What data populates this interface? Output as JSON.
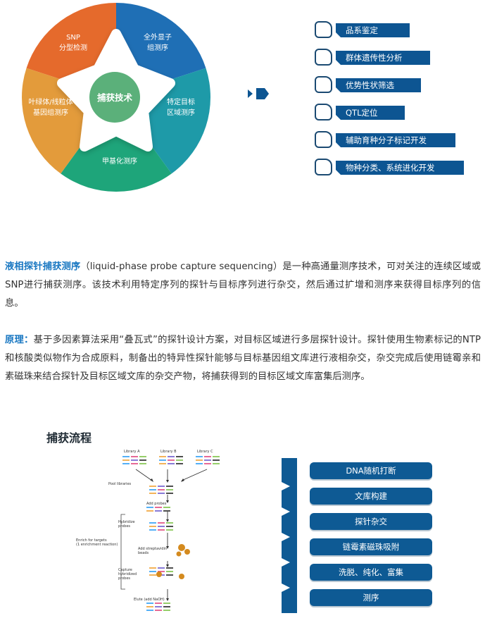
{
  "wheel": {
    "center": "捕获技术",
    "segments": [
      {
        "line1": "SNP",
        "line2": "分型检测",
        "color": "#e56a2c"
      },
      {
        "line1": "全外显子",
        "line2": "组测序",
        "color": "#1f6fb5"
      },
      {
        "line1": "特定目标",
        "line2": "区域测序",
        "color": "#1e9aa8"
      },
      {
        "line1": "甲基化测序",
        "line2": "",
        "color": "#1ea57a"
      },
      {
        "line1": "叶绿体/线粒体",
        "line2": "基因组测序",
        "color": "#e39b3b"
      }
    ]
  },
  "applications": [
    "品系鉴定",
    "群体遗传性分析",
    "优势性状筛选",
    "QTL定位",
    "辅助育种分子标记开发",
    "物种分类、系统进化开发"
  ],
  "paragraph1": {
    "term": "液相探针捕获测序",
    "body": "（liquid-phase probe capture sequencing）是一种高通量测序技术，可对关注的连续区域或SNP进行捕获测序。该技术利用特定序列的探针与目标序列进行杂交，然后通过扩增和测序来获得目标序列的信息。"
  },
  "paragraph2": {
    "term": "原理：",
    "body": "基于多因素算法采用“叠瓦式”的探针设计方案，对目标区域进行多层探针设计。探针使用生物素标记的NTP和核酸类似物作为合成原料，制备出的特异性探针能够与目标基因组文库进行液相杂交，杂交完成后使用链霉亲和素磁珠来结合探针及目标区域文库的杂交产物，将捕获得到的目标区域文库富集后测序。"
  },
  "flow": {
    "title": "捕获流程",
    "diagram_labels": {
      "library_a": "Library A",
      "library_b": "Library B",
      "library_c": "Library C",
      "pool": "Pool libraries",
      "add_probes": "Add probes",
      "hybridize_1": "Hybridize",
      "hybridize_2": "probes",
      "enrich_1": "Enrich for targets",
      "enrich_2": "(1 enrichment reaction)",
      "strep_1": "Add streptavidin",
      "strep_2": "beads",
      "capture_1": "Capture",
      "capture_2": "hybridized",
      "capture_3": "probes",
      "elute": "Elute (add NaOH)"
    },
    "steps": [
      "DNA随机打断",
      "文库构建",
      "探针杂交",
      "链霉素磁珠吸附",
      "洗脱、纯化、富集",
      "测序"
    ]
  }
}
